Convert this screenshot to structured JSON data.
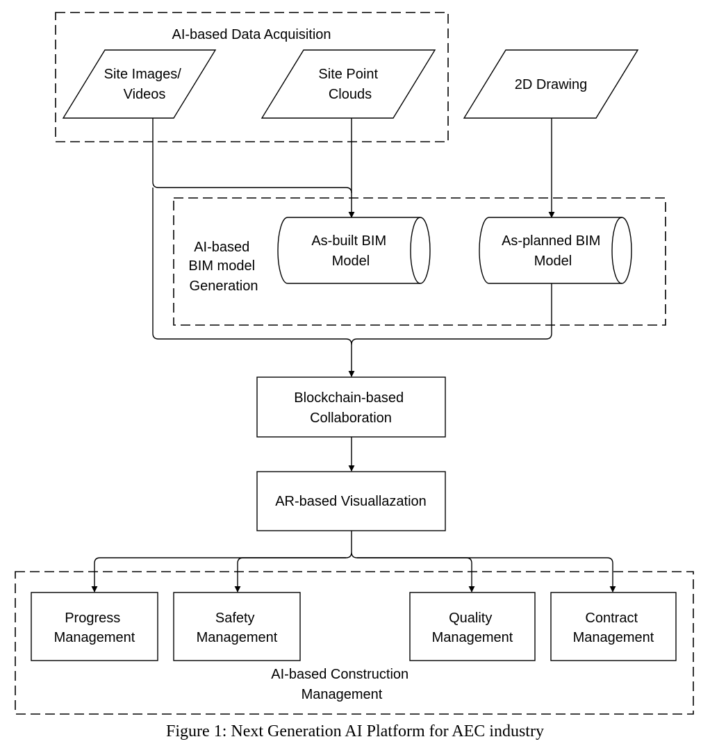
{
  "groups": {
    "acquisition": "AI-based Data Acquisition",
    "bim_generation": [
      "AI-based",
      "BIM model",
      "Generation"
    ],
    "construction_management": [
      "AI-based Construction",
      "Management"
    ]
  },
  "inputs": {
    "site_images": [
      "Site Images/",
      "Videos"
    ],
    "point_clouds": [
      "Site Point",
      "Clouds"
    ],
    "drawing": "2D Drawing"
  },
  "models": {
    "as_built": [
      "As-built BIM",
      "Model"
    ],
    "as_planned": [
      "As-planned BIM",
      "Model"
    ]
  },
  "process": {
    "blockchain": [
      "Blockchain-based",
      "Collaboration"
    ],
    "ar": "AR-based Visuallazation"
  },
  "management": {
    "progress": [
      "Progress",
      "Management"
    ],
    "safety": [
      "Safety",
      "Management"
    ],
    "quality": [
      "Quality",
      "Management"
    ],
    "contract": [
      "Contract",
      "Management"
    ]
  },
  "caption": "Figure 1: Next Generation AI Platform for AEC industry"
}
